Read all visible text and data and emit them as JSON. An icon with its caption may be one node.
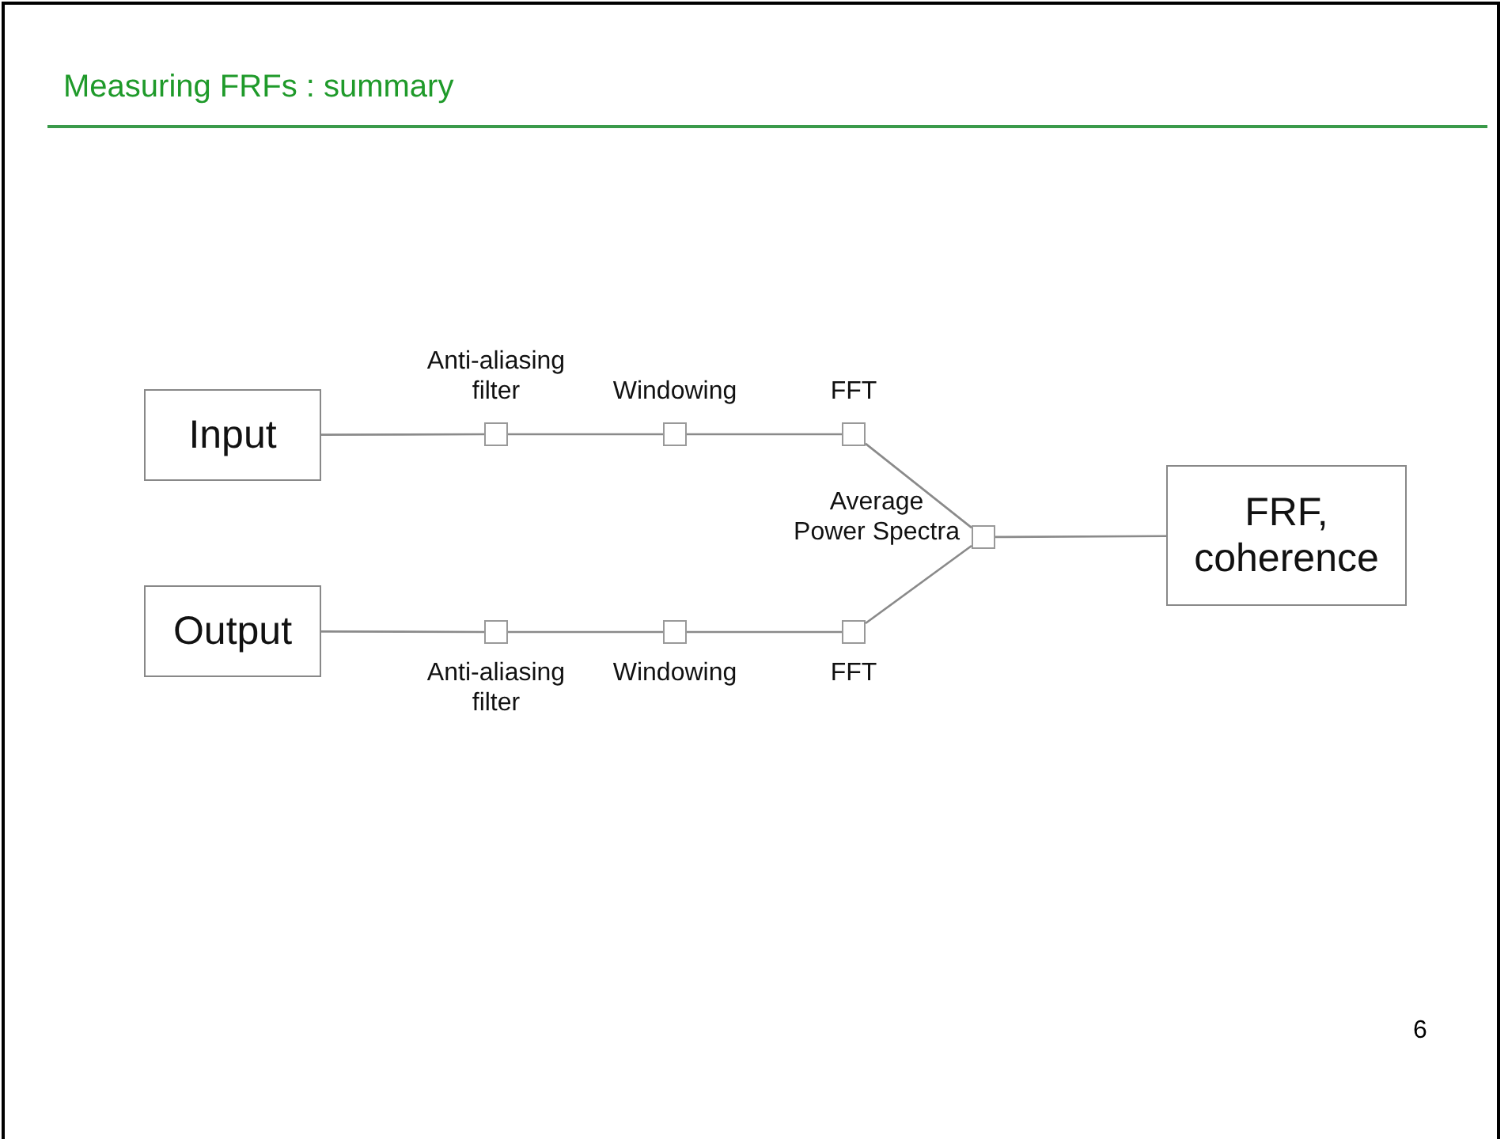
{
  "diagram": {
    "title": "Measuring FRFs : summary",
    "nodes": [
      {
        "text": [
          "Input"
        ]
      },
      {
        "text": [
          "Output"
        ]
      },
      {
        "text": [
          "FRF, coherence"
        ]
      },
      {
        "text": [],
        "shape": "box",
        "beside": [
          "Anti-aliasing filter"
        ]
      },
      {
        "text": [],
        "shape": "box",
        "beside": [
          "Windowing"
        ]
      },
      {
        "text": [],
        "shape": "box",
        "beside": [
          "FFT"
        ]
      },
      {
        "text": [],
        "shape": "box",
        "beside": [
          "Average Power Spectra"
        ]
      },
      {
        "text": [],
        "shape": "box",
        "beside": [
          "Anti-aliasing filter"
        ]
      },
      {
        "text": [],
        "shape": "box",
        "beside": [
          "Windowing"
        ]
      },
      {
        "text": [],
        "shape": "box",
        "beside": [
          "FFT"
        ]
      }
    ],
    "edges": [
      {
        "from": 0,
        "to": 3,
        "arrow": "none"
      },
      {
        "from": 3,
        "to": 4,
        "arrow": "none"
      },
      {
        "from": 4,
        "to": 5,
        "arrow": "none"
      },
      {
        "from": 5,
        "to": 6,
        "arrow": "none"
      },
      {
        "from": 1,
        "to": 7,
        "arrow": "none"
      },
      {
        "from": 7,
        "to": 8,
        "arrow": "none"
      },
      {
        "from": 8,
        "to": 9,
        "arrow": "none"
      },
      {
        "from": 9,
        "to": 6,
        "arrow": "none"
      },
      {
        "from": 6,
        "to": 2,
        "arrow": "none"
      }
    ],
    "labels": [
      "6"
    ]
  }
}
